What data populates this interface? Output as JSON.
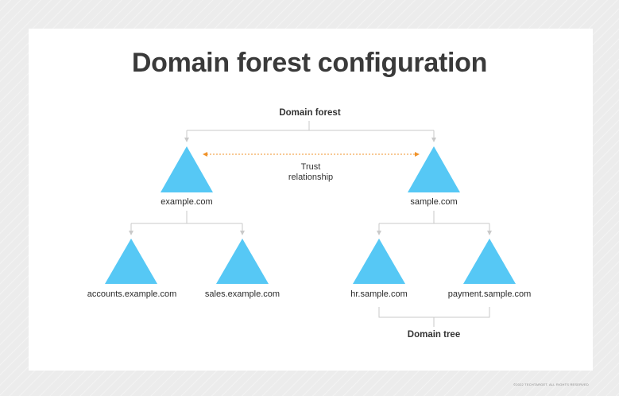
{
  "title": "Domain forest configuration",
  "labels": {
    "forest": "Domain forest",
    "trust_line1": "Trust",
    "trust_line2": "relationship",
    "tree": "Domain tree"
  },
  "domains": {
    "example": "example.com",
    "sample": "sample.com",
    "accounts": "accounts.example.com",
    "sales": "sales.example.com",
    "hr": "hr.sample.com",
    "payment": "payment.sample.com"
  },
  "copyright": "©2022 TECHTARGET. ALL RIGHTS RESERVED",
  "colors": {
    "triangle": "#56c8f5",
    "connector": "#c9c9c9",
    "trust_arrow": "#f0932b",
    "title": "#3a3a3a"
  }
}
